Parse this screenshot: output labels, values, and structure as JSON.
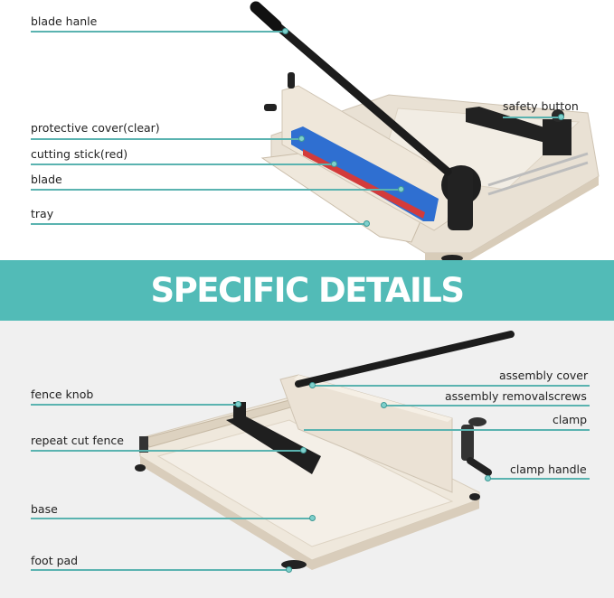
{
  "top_section": {
    "labels": [
      {
        "id": "blade-handle",
        "text": "blade hanle"
      },
      {
        "id": "protective-cover",
        "text": "protective cover(clear)"
      },
      {
        "id": "cutting-stick",
        "text": "cutting stick(red)"
      },
      {
        "id": "blade",
        "text": "blade"
      },
      {
        "id": "tray",
        "text": "tray"
      },
      {
        "id": "safety-button",
        "text": "safety button"
      }
    ]
  },
  "banner": {
    "title": "SPECIFIC DETAILS",
    "color": "#52bbb7"
  },
  "bottom_section": {
    "labels": [
      {
        "id": "fence-knob",
        "text": "fence knob"
      },
      {
        "id": "repeat-cut-fence",
        "text": "repeat cut fence"
      },
      {
        "id": "base",
        "text": "base"
      },
      {
        "id": "foot-pad",
        "text": "foot pad"
      },
      {
        "id": "assembly-cover",
        "text": "assembly cover"
      },
      {
        "id": "assembly-removal-screws",
        "text": "assembly removalscrews"
      },
      {
        "id": "clamp",
        "text": "clamp"
      },
      {
        "id": "clamp-handle",
        "text": "clamp handle"
      }
    ]
  },
  "colors": {
    "accent": "#52bbb7",
    "leader_line": "#5ab3b0",
    "cutter_body": "#e6ddd0",
    "handle": "#1c1c1c",
    "cover_blue": "#2f6fd1",
    "stick_red": "#d33b3b"
  }
}
